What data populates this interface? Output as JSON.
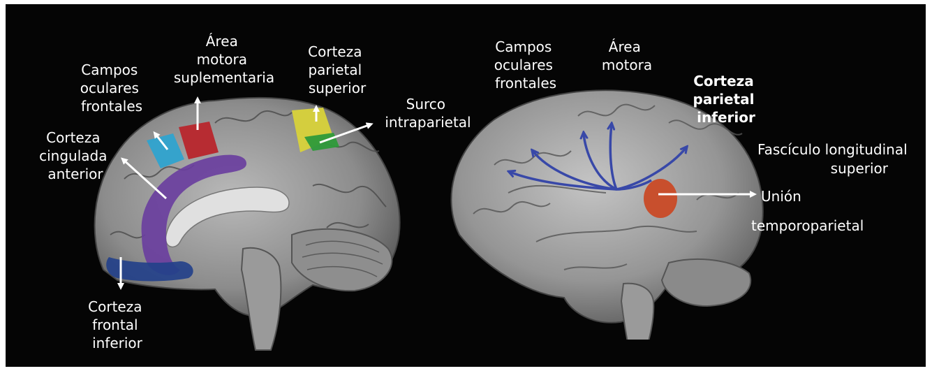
{
  "left_brain": {
    "labels": {
      "frontal_eye_fields": [
        "Campos",
        "oculares",
        "frontales"
      ],
      "supplementary_motor_area": [
        "Área",
        "motora",
        "suplementaria"
      ],
      "superior_parietal_cortex": [
        "Corteza",
        "parietal",
        "superior"
      ],
      "intraparietal_sulcus": [
        "Surco",
        "intraparietal"
      ],
      "anterior_cingulate_cortex": [
        "Corteza",
        "cingulada",
        "anterior"
      ],
      "inferior_frontal_cortex": [
        "Corteza",
        "frontal",
        "inferior"
      ]
    }
  },
  "right_brain": {
    "labels": {
      "frontal_eye_fields": [
        "Campos",
        "oculares",
        "frontales"
      ],
      "motor_area": [
        "Área",
        "motora"
      ],
      "inferior_parietal_cortex": [
        "Corteza",
        "parietal",
        "inferior"
      ],
      "superior_longitudinal_fasciculus": [
        "Fascículo longitudinal",
        "superior"
      ],
      "temporoparietal_junction": [
        "Unión",
        "temporoparietal"
      ]
    }
  },
  "colors": {
    "frontal_eye_fields": "#2fa3cf",
    "supplementary_motor_area": "#b8262c",
    "superior_parietal_cortex": "#d8d23a",
    "intraparietal_sulcus": "#2e9a3a",
    "anterior_cingulate_cortex": "#6a3f9e",
    "inferior_frontal_cortex": "#24418a",
    "fasciculus": "#3848a8",
    "temporoparietal_junction": "#c94a26"
  }
}
